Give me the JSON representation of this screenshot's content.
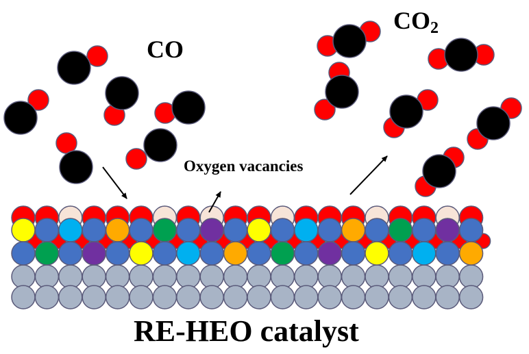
{
  "labels": {
    "reactant": "CO",
    "product_main": "CO",
    "product_sub": "2",
    "vacancy": "Oxygen vacancies",
    "catalyst": "RE-HEO catalyst"
  },
  "colors": {
    "carbon": "#000000",
    "oxygen": "#ff0000",
    "outline": "#5a5a7a",
    "vacancy": "#f7e4d8",
    "support": "#a8b4c6",
    "cation_blue": "#4472c4",
    "cation_yellow": "#ffff00",
    "cation_cyan": "#00b0f0",
    "cation_orange": "#ffaa00",
    "cation_green": "#00a050",
    "cation_purple": "#7030a0"
  },
  "surface": {
    "top_row": [
      "O",
      "O",
      "V",
      "O",
      "O",
      "O",
      "V",
      "O",
      "V",
      "O",
      "O",
      "V",
      "O",
      "O",
      "O",
      "V",
      "O",
      "O",
      "V",
      "O"
    ],
    "cation_row_1": [
      "yellow",
      "blue",
      "cyan",
      "blue",
      "orange",
      "blue",
      "green",
      "blue",
      "purple",
      "blue",
      "yellow",
      "blue",
      "cyan",
      "blue",
      "orange",
      "blue",
      "green",
      "blue",
      "purple",
      "blue"
    ],
    "cation_row_2": [
      "blue",
      "green",
      "blue",
      "purple",
      "blue",
      "yellow",
      "blue",
      "cyan",
      "blue",
      "orange",
      "blue",
      "green",
      "blue",
      "purple",
      "blue",
      "yellow",
      "blue",
      "cyan",
      "blue",
      "orange"
    ]
  }
}
